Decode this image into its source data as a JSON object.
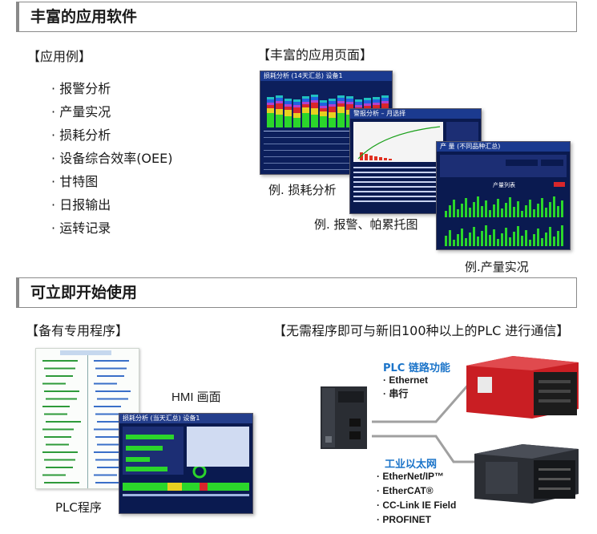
{
  "section1": {
    "title": "丰富的应用软件",
    "examples_label": "【应用例】",
    "pages_label": "【丰富的应用页面】",
    "applications": [
      "报警分析",
      "产量实况",
      "损耗分析",
      "设备综合效率(OEE)",
      "甘特图",
      "日报输出",
      "运转记录"
    ],
    "bullet": "·",
    "captions": {
      "loss": "例. 损耗分析",
      "alarm": "例. 报警、帕累托图",
      "output": "例.产量实况"
    },
    "screens": {
      "loss_title": "损耗分析 (14天汇总) 设备1",
      "alarm_title": "警报分析 – 月选择",
      "output_title": "产 量 (不同品种汇总)",
      "output_chart_title": "产量列表"
    }
  },
  "section2": {
    "title": "可立即开始使用",
    "program_label": "【备有专用程序】",
    "plc_connect_label": "【无需程序即可与新旧100种以上的PLC 进行通信】",
    "hmi_caption": "HMI 画面",
    "plc_caption": "PLC程序",
    "hmi_title": "损耗分析 (当天汇总) 设备1",
    "plc_link": {
      "title": "PLC 链路功能",
      "items": [
        "Ethernet",
        "串行"
      ]
    },
    "industrial_ethernet": {
      "title": "工业以太网",
      "items": [
        "EtherNet/IP™",
        "EtherCAT®",
        "CC-Link IE Field",
        "PROFINET"
      ]
    }
  },
  "colors": {
    "screen_bg": "#0c1f5c",
    "accent_blue": "#1b74c9",
    "bar_green": "#2bd62b",
    "plc_red": "#d8262b"
  }
}
